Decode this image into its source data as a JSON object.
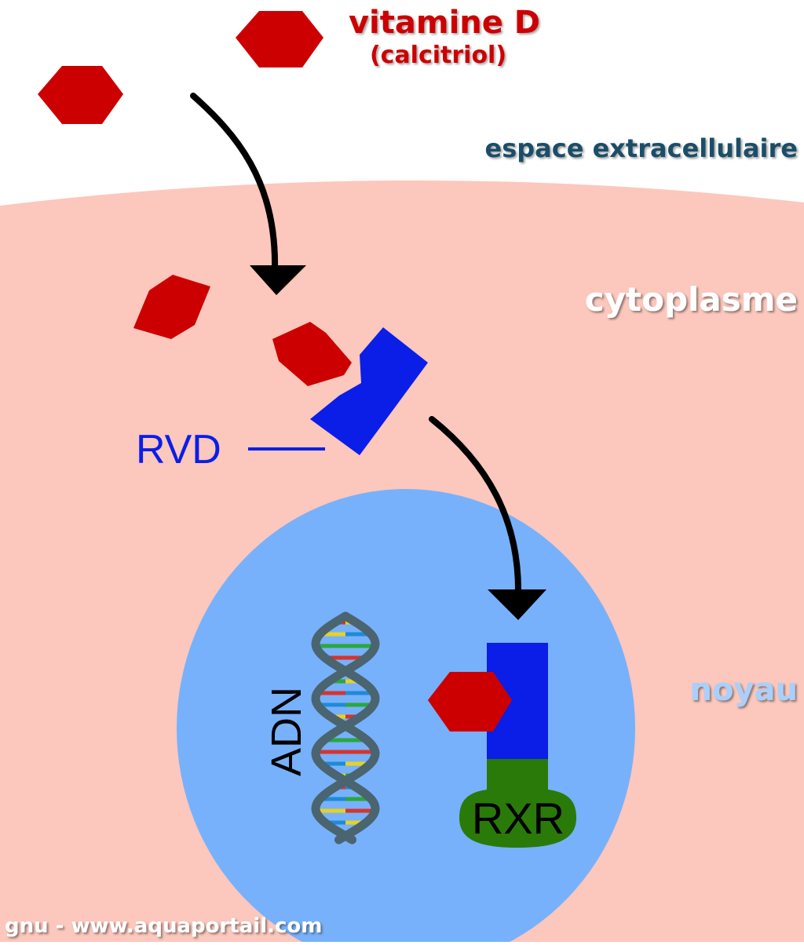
{
  "labels": {
    "vitamin_title": "vitamine D",
    "vitamin_subtitle": "(calcitriol)",
    "extracellular": "espace extracellulaire",
    "cytoplasm": "cytoplasme",
    "receptor": "RVD",
    "nucleus": "noyau",
    "dna": "ADN",
    "rxr": "RXR",
    "credit": "gnu - www.aquaportail.com"
  },
  "colors": {
    "background": "#ffffff",
    "cytoplasm": "#fcc7bc",
    "nucleus": "#77b1fb",
    "vitamin": "#cc0000",
    "receptor": "#0a1ee8",
    "rxr": "#2a7a0a",
    "arrow": "#000000",
    "extracellular_text": "#1b4e67",
    "cytoplasm_text": "#ffffff",
    "nucleus_text": "#a9d0fb",
    "dna_strand": "#4a6470",
    "credit_text": "#ffffff"
  },
  "icons": {
    "vitamin_molecule": "hexagon",
    "dna": "double-helix",
    "flow": "curved-arrow"
  }
}
